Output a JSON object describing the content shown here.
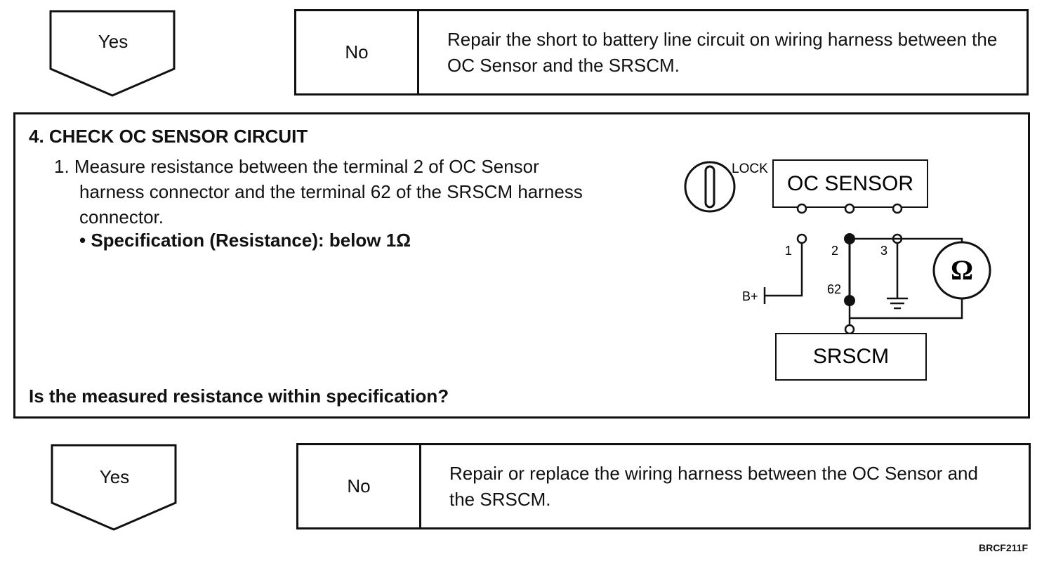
{
  "top_flow": {
    "yes_label": "Yes",
    "no_label": "No",
    "no_action": "Repair the short to battery line circuit on wiring harness between the OC Sensor and the SRSCM."
  },
  "check": {
    "title": "4. CHECK OC SENSOR CIRCUIT",
    "step_number": "1.",
    "step_line1": "Measure resistance between the terminal 2 of OC Sensor",
    "step_line2": "harness connector and the terminal 62 of the SRSCM harness",
    "step_line3": "connector.",
    "specification": "• Specification (Resistance): below 1Ω",
    "question": "Is the measured resistance within specification?"
  },
  "diagram": {
    "lock_label": "LOCK",
    "sensor_label": "OC SENSOR",
    "module_label": "SRSCM",
    "terminal_1": "1",
    "terminal_2": "2",
    "terminal_3": "3",
    "terminal_62": "62",
    "battery_label": "B+",
    "meter_symbol": "Ω"
  },
  "bottom_flow": {
    "yes_label": "Yes",
    "no_label": "No",
    "no_action": "Repair or replace the wiring harness between the OC Sensor and the SRSCM."
  },
  "figure_code": "BRCF211F"
}
